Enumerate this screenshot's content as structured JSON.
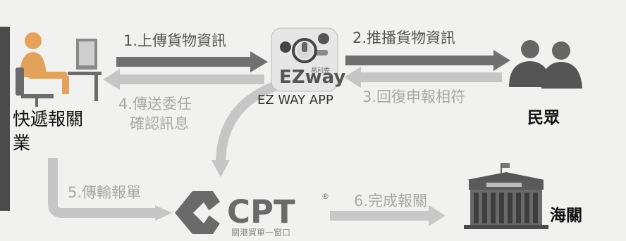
{
  "steps": {
    "s1": "1.上傳貨物資訊",
    "s2": "2.推播貨物資訊",
    "s3": "3.回復申報相符",
    "s4_line1": "4.傳送委任",
    "s4_line2": "確認訊息",
    "s5": "5.傳輸報單",
    "s6": "6.完成報關"
  },
  "actors": {
    "broker_line1": "快遞報關",
    "broker_line2": "業",
    "public": "民眾",
    "customs": "海關",
    "app_name": "EZ WAY APP"
  },
  "logos": {
    "ezway_text": "EZway",
    "ezway_small": "易利委",
    "cpt_text": "CPT",
    "cpt_subtitle": "關港貿單一窗口",
    "cpt_mark": "®"
  },
  "colors": {
    "arrow_dark": "#6e6e6e",
    "arrow_light": "#c4c4c4",
    "person_dark": "#555555",
    "cpt_logo": "#6a6a6a"
  }
}
